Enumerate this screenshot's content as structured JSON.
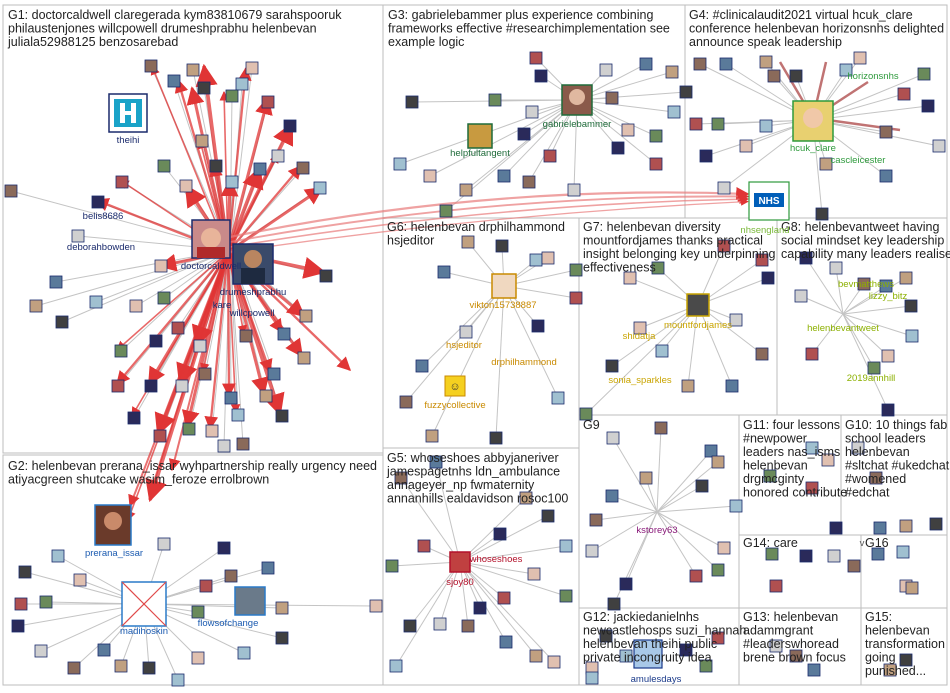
{
  "groups": [
    {
      "id": "G1",
      "lines": [
        "G1: doctorcaldwell claregerada kym83810679 sarahspooruk",
        "philaustenjones willcpowell drumeshprabhu helenbevan",
        "juliala52988125 benzosarebad"
      ]
    },
    {
      "id": "G2",
      "lines": [
        "G2: helenbevan prerana_issar wyhpartnership really urgency need",
        "atiyacgreen shutcake wasim_feroze errolbrown"
      ]
    },
    {
      "id": "G3",
      "lines": [
        "G3: gabrielebammer plus experience combining",
        "frameworks effective #researchimplementation see",
        "example logic"
      ]
    },
    {
      "id": "G4",
      "lines": [
        "G4: #clinicalaudit2021 virtual hcuk_clare",
        "conference helenbevan horizonsnhs delighted",
        "announce speak leadership"
      ]
    },
    {
      "id": "G5",
      "lines": [
        "G5: whoseshoes abbyjaneriver",
        "jamespagetnhs ldn_ambulance",
        "annageyer_np fwmaternity",
        "annanhills ealdavidson rosoc100"
      ]
    },
    {
      "id": "G6",
      "lines": [
        "G6: helenbevan drphilhammond",
        "hsjeditor"
      ]
    },
    {
      "id": "G7",
      "lines": [
        "G7: helenbevan diversity",
        "mountfordjames thanks practical",
        "insight belonging key underpinning",
        "effectiveness"
      ]
    },
    {
      "id": "G8",
      "lines": [
        "G8: helenbevantweet having",
        "social mindset key leadership",
        "capability many leaders realise"
      ]
    },
    {
      "id": "G9",
      "lines": [
        "G9"
      ]
    },
    {
      "id": "G10",
      "lines": [
        "G10: 10 things fab",
        "school leaders",
        "helenbevan",
        "#sltchat #ukedchat",
        "#womened",
        "#edchat"
      ]
    },
    {
      "id": "G11",
      "lines": [
        "G11: four lessons",
        "#newpower",
        "leaders nas_isms",
        "helenbevan",
        "drgmcginty",
        "honored contribute"
      ]
    },
    {
      "id": "G12",
      "lines": [
        "G12: jackiedanielnhs",
        "newcastlehosps suzi_hannah",
        "helenbevan theihi public",
        "private incongruity idea"
      ]
    },
    {
      "id": "G13",
      "lines": [
        "G13: helenbevan",
        "adammgrant",
        "#leaderswhoread",
        "brene brown focus"
      ]
    },
    {
      "id": "G14",
      "lines": [
        "G14: care"
      ]
    },
    {
      "id": "G15",
      "lines": [
        "G15:",
        "helenbevan",
        "transformation",
        "going",
        "punished..."
      ]
    },
    {
      "id": "G16",
      "lines": [
        "G16"
      ]
    }
  ],
  "nodes": {
    "theihi": "theihi",
    "belis8686": "belis8686",
    "deborahbowden": "deborahbowden",
    "doctorcaldwell": "doctorcaldwell",
    "drumeshprabhu": "drumeshprabhu",
    "kare": "kare",
    "willcpowell": "willcpowell",
    "prerana_issar": "prerana_issar",
    "madihoskin": "madihoskin",
    "flowsofchange": "flowsofchange",
    "gabrielebammer": "gabrielebammer",
    "helpfultangent": "helpfultangent",
    "horizonsnhs": "horizonsnhs",
    "hcuk_clare": "hcuk_clare",
    "cascleicester": "cascleicester",
    "nhsengland": "nhsengland",
    "nhs_logo": "NHS",
    "vikton": "vikton15738887",
    "hsjeditor": "hsjeditor",
    "drphilhammond": "drphilhammond",
    "fuzzycollective": "fuzzycollective",
    "shidatja": "shidatja",
    "mountfordjames": "mountfordjames",
    "sonia_sparkles": "sonia_sparkles",
    "bevmatthews": "bevmatthews",
    "lizzy_bitz": "lizzy_bitz",
    "helenbevantweet": "helenbevantweet",
    "annhill": "2019annhill",
    "whoseshoes": "whoseshoes",
    "sjoy80": "sjoy80",
    "kstorey63": "kstorey63",
    "amulesdays": "amulesdays",
    "g10_v": "v"
  },
  "colors": {
    "red_edge": "#e03535",
    "g1_label": "#1a2a6c",
    "g3_label": "#1f6b3a",
    "g4_label": "#2e9a3c",
    "g6_label": "#c98a00",
    "g7_label": "#c9a400",
    "g8_label": "#8cb000",
    "g5_label": "#b3102a",
    "g9_label": "#8a1a7a",
    "g12_label": "#1a3a8a"
  }
}
